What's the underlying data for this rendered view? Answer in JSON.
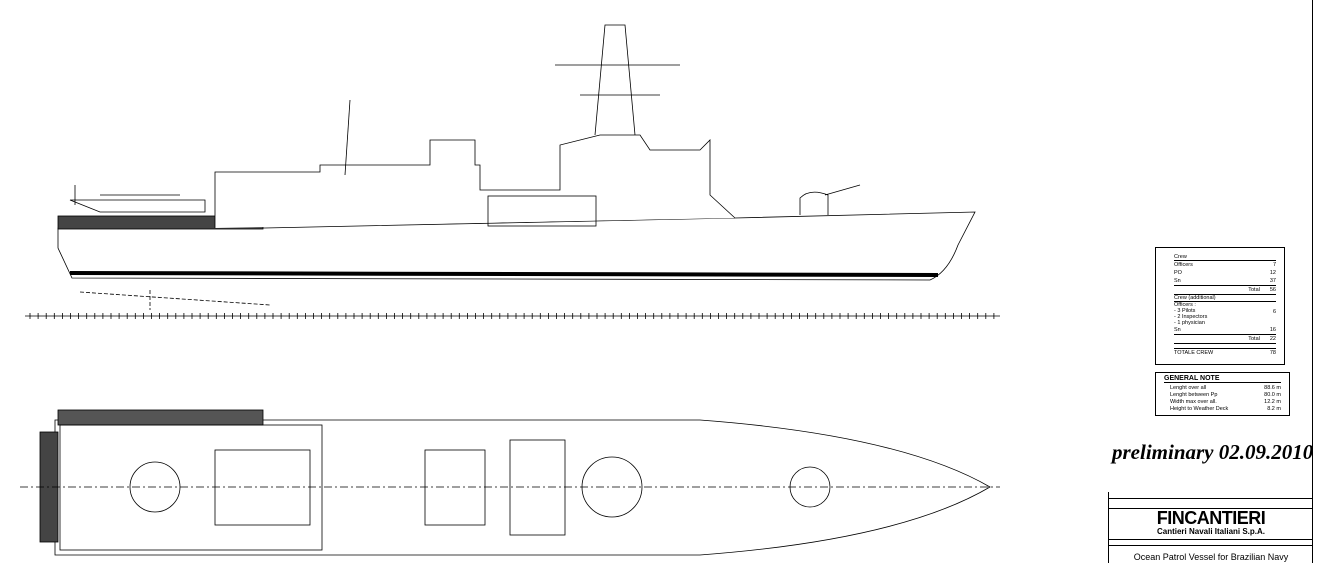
{
  "crew_table": {
    "header": "Crew",
    "rows": [
      {
        "label": "Officers",
        "value": "7"
      },
      {
        "label": "PO",
        "value": "12"
      },
      {
        "label": "Sn",
        "value": "37"
      }
    ],
    "total_label": "Total",
    "total": "56",
    "additional_header": "Crew (additional)",
    "officers_label": "Officers :",
    "officers_items": [
      "- 3 Pilots",
      "- 2 Inspectors",
      "- 1 physician"
    ],
    "officers_value": "6",
    "sn_label": "Sn",
    "sn_value": "16",
    "additional_total": "22",
    "grand_total_label": "TOTALE CREW",
    "grand_total": "78"
  },
  "general_note": {
    "title": "GENERAL NOTE",
    "rows": [
      {
        "label": "Lenght over all",
        "value": "88.6",
        "unit": "m"
      },
      {
        "label": "Lenght between Pp",
        "value": "80.0",
        "unit": "m"
      },
      {
        "label": "Width max over all.",
        "value": "12.2",
        "unit": "m"
      },
      {
        "label": "Height to Weather Deck",
        "value": "8.2",
        "unit": "m"
      }
    ]
  },
  "stamp": "preliminary 02.09.2010",
  "title_block": {
    "company": "FINCANTIERI",
    "company_sub": "Cantieri Navali Italiani S.p.A.",
    "title": "Ocean Patrol Vessel  for  Brazilian Navy"
  }
}
